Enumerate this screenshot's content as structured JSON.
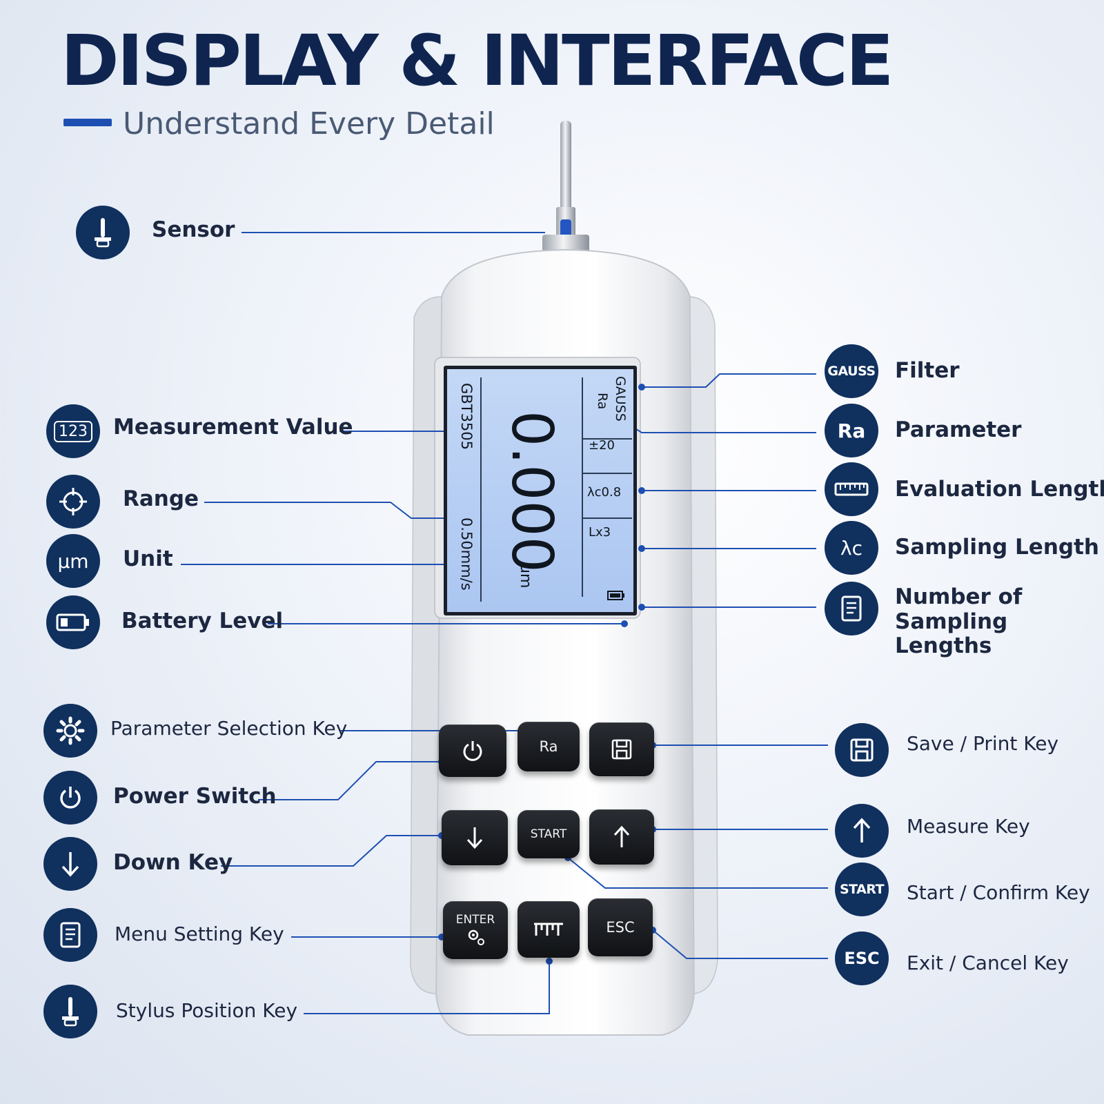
{
  "header": {
    "title": "DISPLAY & INTERFACE",
    "subtitle": "Understand Every Detail"
  },
  "callouts": {
    "sensor": "Sensor",
    "measurement_value": "Measurement Value",
    "range": "Range",
    "unit": "Unit",
    "battery_level": "Battery Level",
    "filter": "Filter",
    "parameter": "Parameter",
    "evaluation_length": "Evaluation Length",
    "sampling_length": "Sampling Length",
    "number_of_sampling_lengths": "Number of\nSampling Lengths",
    "parameter_selection_key": "Parameter Selection Key",
    "power_switch": "Power Switch",
    "down_key": "Down Key",
    "menu_setting_key": "Menu Setting Key",
    "stylus_position_key": "Stylus Position Key",
    "save_print_key": "Save / Print Key",
    "measure_key": "Measure Key",
    "start_confirm_key": "Start / Confirm Key",
    "exit_cancel_key": "Exit / Cancel Key"
  },
  "icon_labels": {
    "measurement": "123",
    "unit": "μm",
    "filter": "GAUSS",
    "parameter": "Ra",
    "sampling": "λc",
    "start": "START",
    "esc": "ESC"
  },
  "screen": {
    "standard": "GBT3505",
    "value": "0.000",
    "unit": "um",
    "speed": "0.50mm/s",
    "filter": "GAUSS",
    "parameter": "Ra",
    "range": "±20",
    "cutoff": "λc0.8",
    "lengths": "Lx3"
  },
  "keys": {
    "ra": "Ra",
    "start": "START",
    "enter": "ENTER",
    "esc": "ESC"
  },
  "colors": {
    "title": "#0f2550",
    "accent": "#1d4fb2",
    "icon_bg": "#10305e",
    "leader": "#1d4fb2",
    "lcd": "#b8cff4",
    "key": "#1a1c20"
  }
}
